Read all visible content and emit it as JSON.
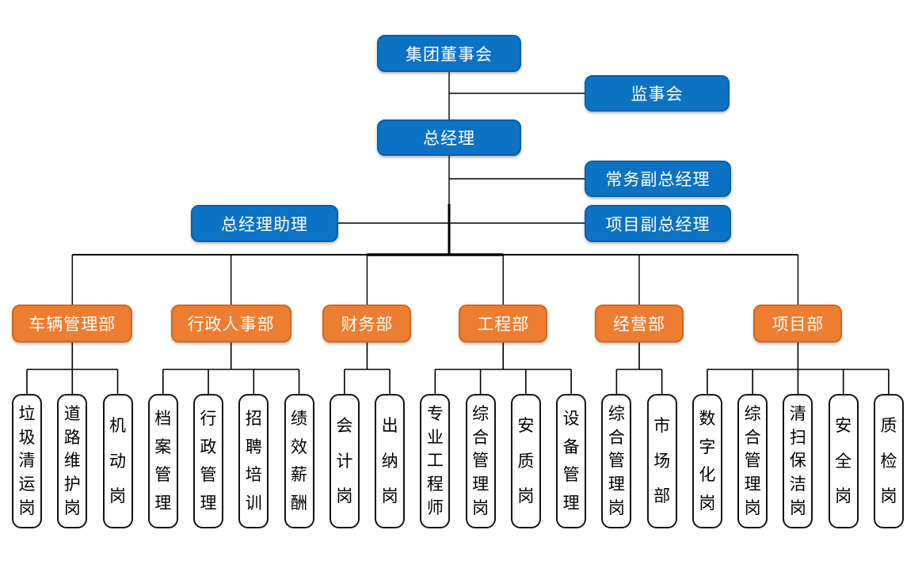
{
  "diagram": {
    "type": "org-chart",
    "colors": {
      "executive_fill": "#0C72C4",
      "executive_border": "#0A5FA9",
      "department_fill": "#ED7D31",
      "department_border": "#CF681F",
      "position_fill": "#FFFFFF",
      "position_border": "#141414",
      "connector": "#000000",
      "text_on_fill": "#FFFFFF",
      "position_text": "#000000"
    },
    "executives": {
      "board": {
        "label": "集团董事会"
      },
      "supervisory": {
        "label": "监事会"
      },
      "gm": {
        "label": "总经理"
      },
      "deputy_exec": {
        "label": "常务副总经理"
      },
      "gm_assistant": {
        "label": "总经理助理"
      },
      "deputy_project": {
        "label": "项目副总经理"
      }
    },
    "departments": [
      {
        "label": "车辆管理部",
        "positions": [
          "垃圾清运岗",
          "道路维护岗",
          "机动岗"
        ]
      },
      {
        "label": "行政人事部",
        "positions": [
          "档案管理",
          "行政管理",
          "招聘培训",
          "绩效薪酬"
        ]
      },
      {
        "label": "财务部",
        "positions": [
          "会计岗",
          "出纳岗"
        ]
      },
      {
        "label": "工程部",
        "positions": [
          "专业工程师",
          "综合管理岗",
          "安质岗",
          "设备管理"
        ]
      },
      {
        "label": "经营部",
        "positions": [
          "综合管理岗",
          "市场部"
        ]
      },
      {
        "label": "项目部",
        "positions": [
          "数字化岗",
          "综合管理岗",
          "清扫保洁岗",
          "安全岗",
          "质检岗"
        ]
      }
    ]
  }
}
